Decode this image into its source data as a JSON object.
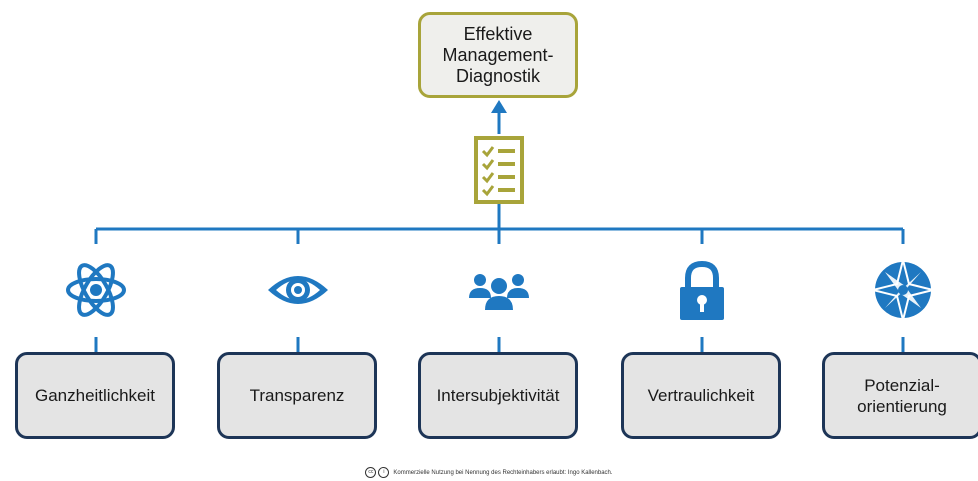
{
  "top_box": {
    "lines": [
      "Effektive",
      "Management-",
      "Diagnostik"
    ]
  },
  "pillars": [
    {
      "label": "Ganzheitlichkeit",
      "icon": "atom-icon"
    },
    {
      "label": "Transparenz",
      "icon": "eye-icon"
    },
    {
      "label": "Intersubjektivität",
      "icon": "group-icon"
    },
    {
      "label": "Vertraulichkeit",
      "icon": "lock-icon"
    },
    {
      "label": "Potenzial-\norientierung",
      "icon": "compass-icon"
    }
  ],
  "footer": {
    "text": "Kommerzielle Nutzung bei Nennung des Rechteinhabers erlaubt: Ingo Kallenbach.",
    "cc_badges": [
      "cc",
      "i"
    ]
  },
  "colors": {
    "line": "#1f78c1",
    "olive": "#a8a43a",
    "navy": "#1d3557",
    "box_fill": "#e4e4e4"
  }
}
